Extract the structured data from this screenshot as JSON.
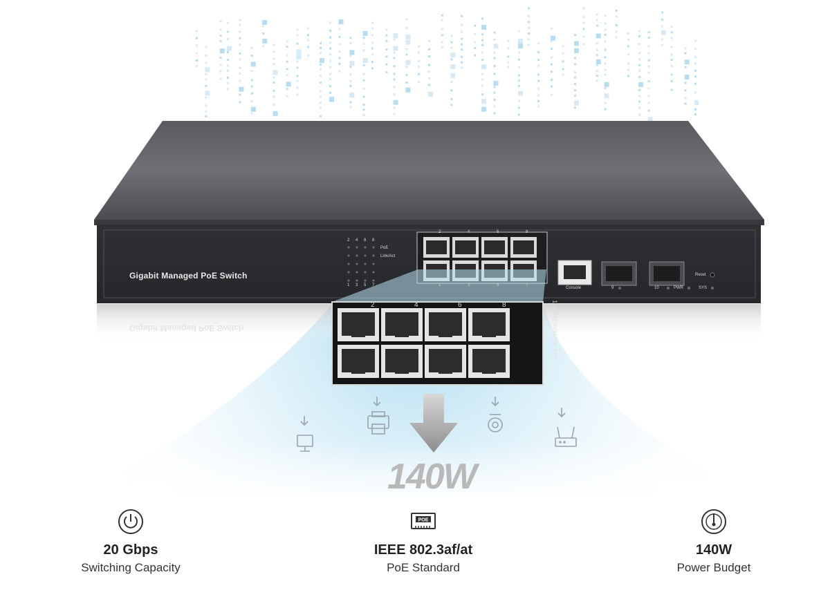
{
  "product": {
    "name_label": "Gigabit Managed PoE Switch",
    "led_labels": {
      "poe": "PoE",
      "link": "Link/Act"
    },
    "led_top_numbers": [
      "2",
      "4",
      "6",
      "8"
    ],
    "led_bottom_numbers": [
      "1",
      "3",
      "5",
      "7"
    ],
    "port_top_numbers": [
      "2",
      "4",
      "6",
      "8"
    ],
    "port_bottom_numbers": [
      "1",
      "3",
      "5",
      "7"
    ],
    "port_side_label": "10/100/1000M PoE Port",
    "console_label": "Console",
    "sfp_labels": [
      "9",
      "10"
    ],
    "pwr_label": "PWR",
    "sys_label": "SYS",
    "reset_label": "Reset"
  },
  "power_text": "140W",
  "devices": [
    "monitor-icon",
    "printer-icon",
    "camera-icon",
    "router-icon"
  ],
  "features": [
    {
      "icon": "power-icon",
      "value": "20 Gbps",
      "label": "Switching Capacity"
    },
    {
      "icon": "poe-icon",
      "value": "IEEE 802.3af/at",
      "label": "PoE Standard"
    },
    {
      "icon": "gauge-icon",
      "value": "140W",
      "label": "Power Budget"
    }
  ],
  "colors": {
    "chassis": "#3a3b3f",
    "accent_glow": "#bfe6f5",
    "text": "#222222"
  }
}
